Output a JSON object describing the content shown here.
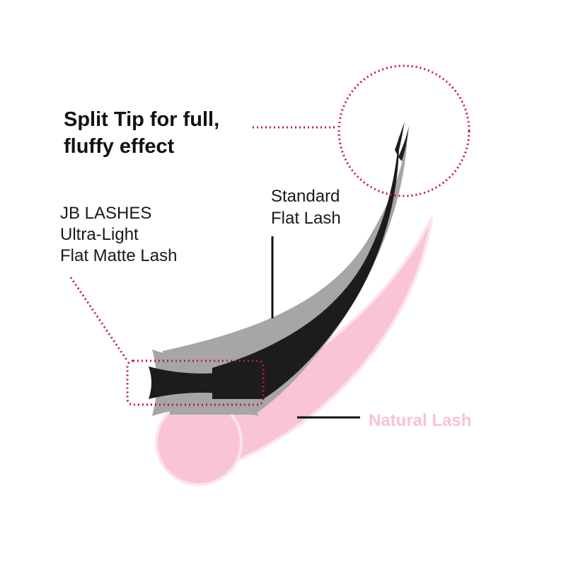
{
  "labels": {
    "split_tip": {
      "lines": [
        "Split Tip for full,",
        "fluffy effect"
      ]
    },
    "jb_lashes": {
      "lines": [
        "JB LASHES",
        "Ultra-Light",
        "Flat Matte Lash"
      ]
    },
    "standard": {
      "lines": [
        "Standard",
        "Flat Lash"
      ]
    },
    "natural": {
      "text": "Natural Lash"
    }
  },
  "colors": {
    "natural_lash": "#f9c4d6",
    "natural_lash_outline": "#fde4ec",
    "natural_label": "#f7c3d4",
    "standard_lash": "#a6a6a6",
    "jb_lash": "#1c1c1c",
    "callout_dotted": "#c8143c",
    "leader_line": "#111111"
  },
  "icons": {
    "split_tip_callout": "dotted-circle",
    "cross_section_callout": "dotted-rounded-rectangle"
  }
}
